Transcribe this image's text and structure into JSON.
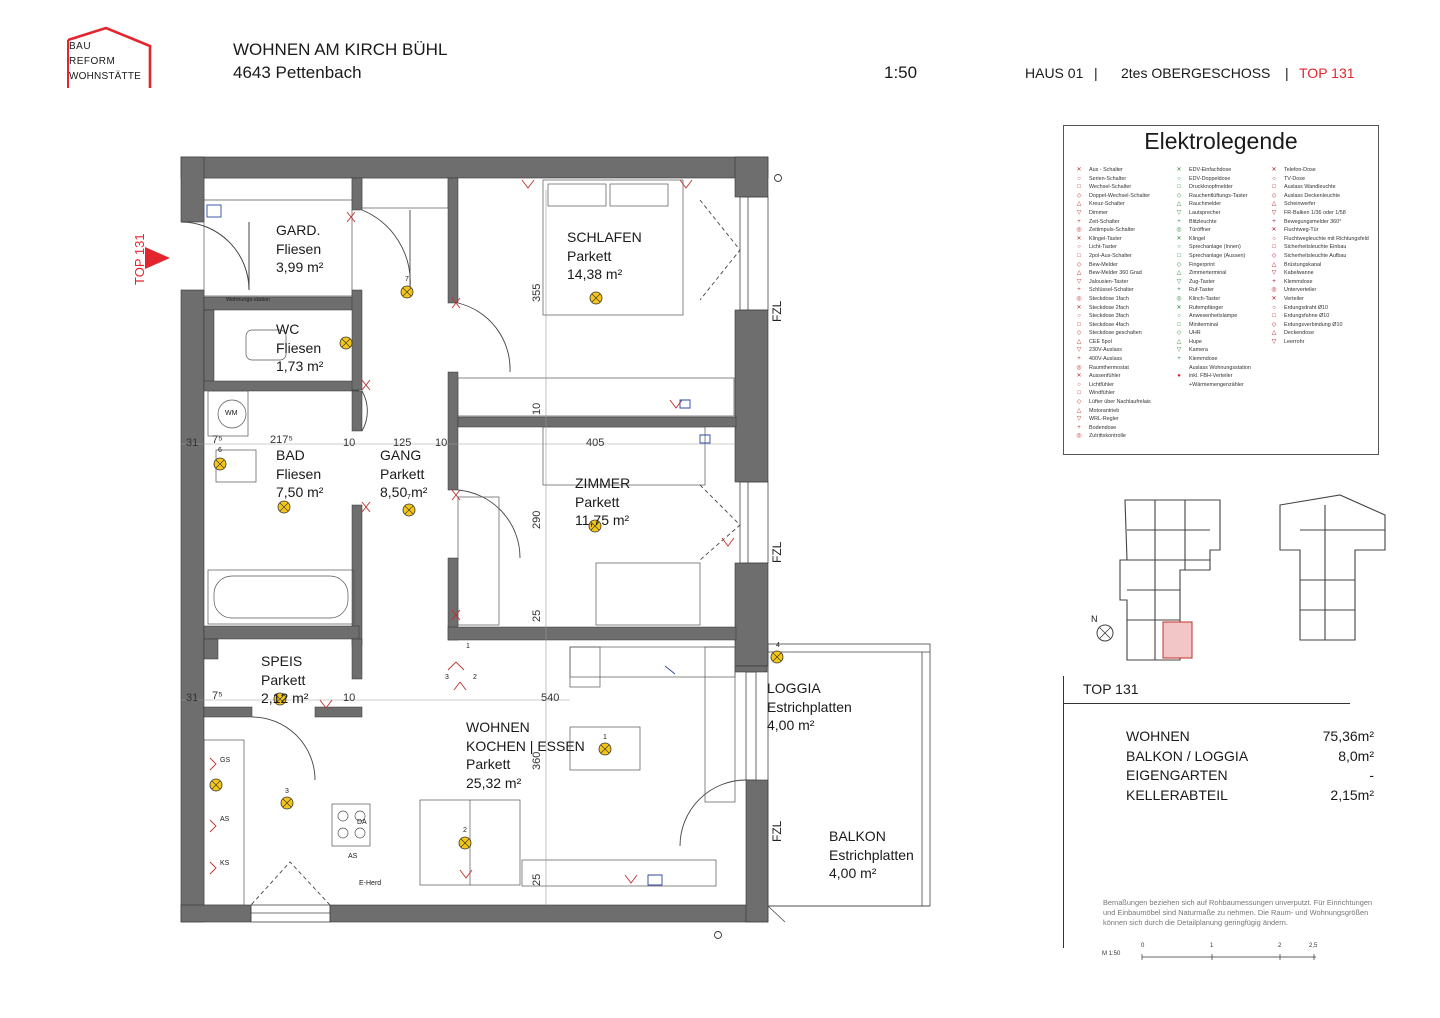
{
  "header": {
    "logo_lines": [
      "BAU",
      "REFORM",
      "WOHNSTÄTTE"
    ],
    "project_name": "WOHNEN AM KIRCH BÜHL",
    "project_address": "4643 Pettenbach",
    "scale": "1:50",
    "house": "HAUS 01",
    "separator": "|",
    "floor": "2tes OBERGESCHOSS",
    "unit": "TOP 131"
  },
  "plan": {
    "entry_label": "TOP 131",
    "rooms": [
      {
        "name": "GARD.",
        "floor": "Fliesen",
        "area": "3,99 m²"
      },
      {
        "name": "WC",
        "floor": "Fliesen",
        "area": "1,73 m²"
      },
      {
        "name": "BAD",
        "floor": "Fliesen",
        "area": "7,50 m²"
      },
      {
        "name": "GANG",
        "floor": "Parkett",
        "area": "8,50 m²"
      },
      {
        "name": "SCHLAFEN",
        "floor": "Parkett",
        "area": "14,38 m²"
      },
      {
        "name": "ZIMMER",
        "floor": "Parkett",
        "area": "11,75 m²"
      },
      {
        "name": "SPEIS",
        "floor": "Parkett",
        "area": "2,12 m²"
      },
      {
        "name": "WOHNEN",
        "name2": "KOCHEN | ESSEN",
        "floor": "Parkett",
        "area": "25,32 m²"
      },
      {
        "name": "LOGGIA",
        "floor": "Estrichplatten",
        "area": "4,00 m²"
      },
      {
        "name": "BALKON",
        "floor": "Estrichplatten",
        "area": "4,00 m²"
      }
    ],
    "dimensions": {
      "d_355": "355",
      "d_10a": "10",
      "d_290": "290",
      "d_25a": "25",
      "d_360": "360",
      "d_25b": "25",
      "d_31a": "31",
      "d_75a": "7⁵",
      "d_2175": "217⁵",
      "d_10b": "10",
      "d_125": "125",
      "d_10c": "10",
      "d_405": "405",
      "d_31b": "31",
      "d_75b": "7⁵",
      "d_10d": "10",
      "d_540": "540"
    },
    "fzl": "FZL",
    "appliances": {
      "wm": "WM",
      "gs": "GS",
      "as1": "AS",
      "ks": "KS",
      "da": "DA",
      "as2": "AS",
      "eherd": "E-Herd",
      "wohnungsstation": "Wohnungs-station"
    },
    "circuit_numbers": {
      "n7a": "7",
      "n7b": "7",
      "n6": "6",
      "n4": "4",
      "n1a": "1",
      "n3a": "3",
      "n2a": "2",
      "n1b": "1",
      "n3b": "3",
      "n2b": "2"
    }
  },
  "legend": {
    "title": "Elektrolegende",
    "col1": [
      "Aus - Schalter",
      "Serien-Schalter",
      "Wechsel-Schalter",
      "Doppel-Wechsel-Schalter",
      "Kreuz-Schalter",
      "Dimmer",
      "Zeit-Schalter",
      "Zeitimpuls-Schalter",
      "Klingel-Taster",
      "Licht-Taster",
      "2pol-Aus-Schalter",
      "Bew-Melder",
      "Bew-Melder 360 Grad",
      "Jalousien-Taster",
      "Schlüssel-Schalter",
      "Steckdose 1fach",
      "Steckdose 2fach",
      "Steckdose 3fach",
      "Steckdose 4fach",
      "Steckdose geschalten",
      "CEE 5pol",
      "230V-Auslass",
      "400V-Auslass",
      "Raumthermostat",
      "Aussenfühler",
      "Lichtfühler",
      "Windfühler",
      "Lüfter über Nachlaufrelais",
      "Motorantrieb",
      "WRL-Regler",
      "Bodendose",
      "Zutrittskontrolle"
    ],
    "col2": [
      "EDV-Einfachdose",
      "EDV-Doppeldose",
      "Druckknopfmelder",
      "Rauchentlüftungs-Taster",
      "Rauchmelder",
      "Lautsprecher",
      "Blitzleuchte",
      "Türöffner",
      "Klingel",
      "Sprechanlage (Innen)",
      "Sprechanlage (Aussen)",
      "Fingerprint",
      "Zimmerterminal",
      "Zug-Taster",
      "Ruf-Taster",
      "Klinch-Taster",
      "Rufempfänger",
      "Anwesenheitslampe",
      "Miniterminal",
      "UHR",
      "Hupe",
      "Kamera",
      "Klemmdose",
      "",
      "",
      "Auslass Wohnungsstation inkl. FBH-Verteiler +Wärmemengenzähler"
    ],
    "col3": [
      "Telefon-Dose",
      "TV-Dose",
      "Auslass Wandleuchte",
      "Auslass Deckenleuchte",
      "Scheinwerfer",
      "FR-Balken 1/36 oder 1/58",
      "Bewegungsmelder 360°",
      "",
      "Fluchtweg-Tür",
      "Fluchtwegleuchte mit Richtungsfeld",
      "Sicherheitsleuchte Einbau",
      "Sicherheitsleuchte Aufbau",
      "Brüstungskanal",
      "Kabelwanne",
      "Klemmdose",
      "Unterverteiler",
      "Verteiler",
      "Erdungsdraht Ø10",
      "Erdungsfahne Ø10",
      "Erdungsverbindung Ø10",
      "Deckendose",
      "Leerrohr"
    ]
  },
  "north": "N",
  "summary": {
    "title": "TOP 131",
    "rows": [
      {
        "label": "WOHNEN",
        "value": "75,36m²"
      },
      {
        "label": "BALKON / LOGGIA",
        "value": "8,0m²"
      },
      {
        "label": "EIGENGARTEN",
        "value": "-"
      },
      {
        "label": "KELLERABTEIL",
        "value": "2,15m²"
      }
    ]
  },
  "note": "Bemaßungen beziehen sich auf Rohbaumessungen unverputzt. Für Einrichtungen und Einbaumöbel sind Naturmaße zu nehmen. Die Raum- und Wohnungsgrößen können sich durch die Detailplanung geringfügig ändern.",
  "scale_bar": {
    "labels": [
      "0",
      "1",
      "2",
      "2,5"
    ],
    "unit": "M 1:50"
  },
  "colors": {
    "accent_red": "#e3262e",
    "wall": "#6e6e6e",
    "highlight": "#f2c6c6"
  }
}
